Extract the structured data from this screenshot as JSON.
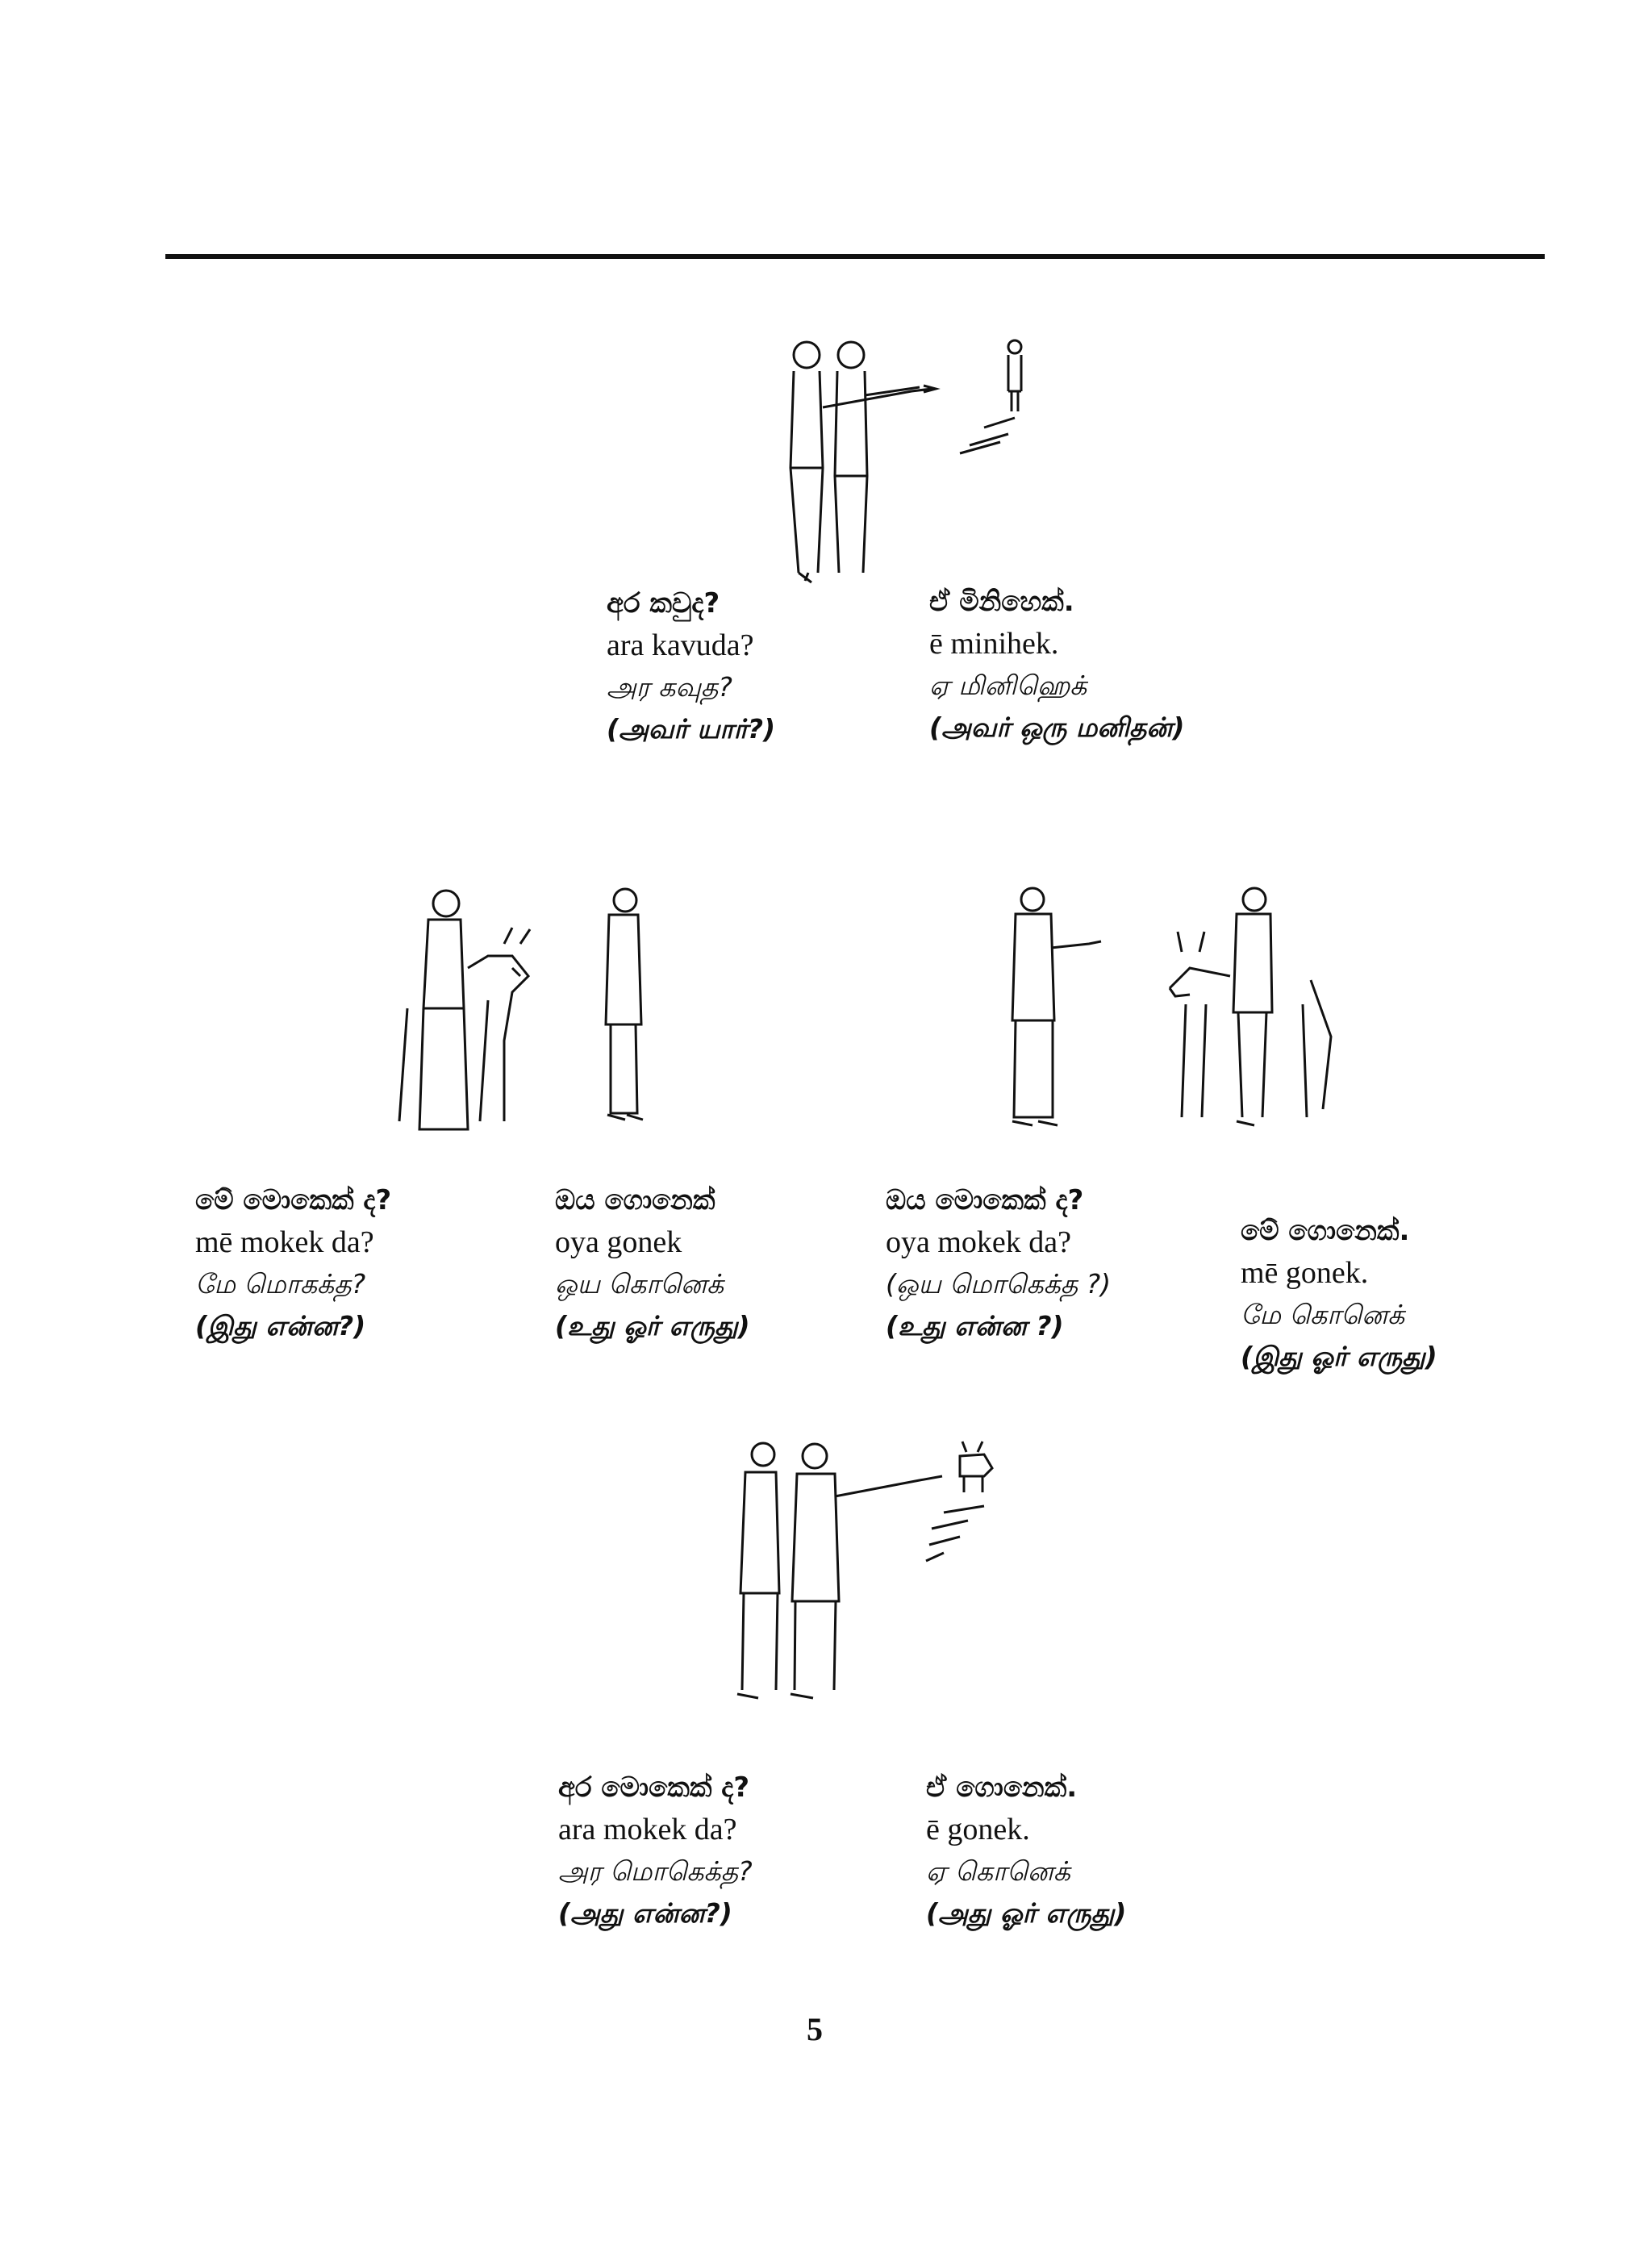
{
  "scenes": [
    {
      "question": {
        "sinhala": "අර කවුද?",
        "roman": "ara kavuda?",
        "tamil": "அர கவுத?",
        "tamil_gloss": "(அவர் யார்?)"
      },
      "answer": {
        "sinhala": "ඒ මිනිහෙක්.",
        "roman": "ē minihek.",
        "tamil": "ஏ மினிஹெக்",
        "tamil_gloss": "(அவர் ஒரு மனிதன்)"
      }
    },
    {
      "question": {
        "sinhala": "මේ මොකෙක් ද?",
        "roman": "mē mokek da?",
        "tamil": "மே மொகக்த?",
        "tamil_gloss": "(இது என்ன?)"
      },
      "answer": {
        "sinhala": "ඔය ගොනෙක්",
        "roman": "oya gonek",
        "tamil": "ஒய கொனெக்",
        "tamil_gloss": "(உது ஓர் எருது)"
      }
    },
    {
      "question": {
        "sinhala": "ඔය මොකෙක් ද?",
        "roman": "oya mokek da?",
        "tamil": "(ஒய மொகெக்த ?)",
        "tamil_gloss": "(உது என்ன ?)"
      },
      "answer": {
        "sinhala": "මේ ගොනෙක්.",
        "roman": "mē gonek.",
        "tamil": "மே கொனெக்",
        "tamil_gloss": "(இது ஓர் எருது)"
      }
    },
    {
      "question": {
        "sinhala": "අර මොකෙක් ද?",
        "roman": "ara mokek da?",
        "tamil": "அர மொகெக்த?",
        "tamil_gloss": "(அது என்ன?)"
      },
      "answer": {
        "sinhala": "ඒ ගොනෙක්.",
        "roman": "ē gonek.",
        "tamil": "ஏ கொனெக்",
        "tamil_gloss": "(அது ஓர் எருது)"
      }
    }
  ],
  "page_number": "5"
}
